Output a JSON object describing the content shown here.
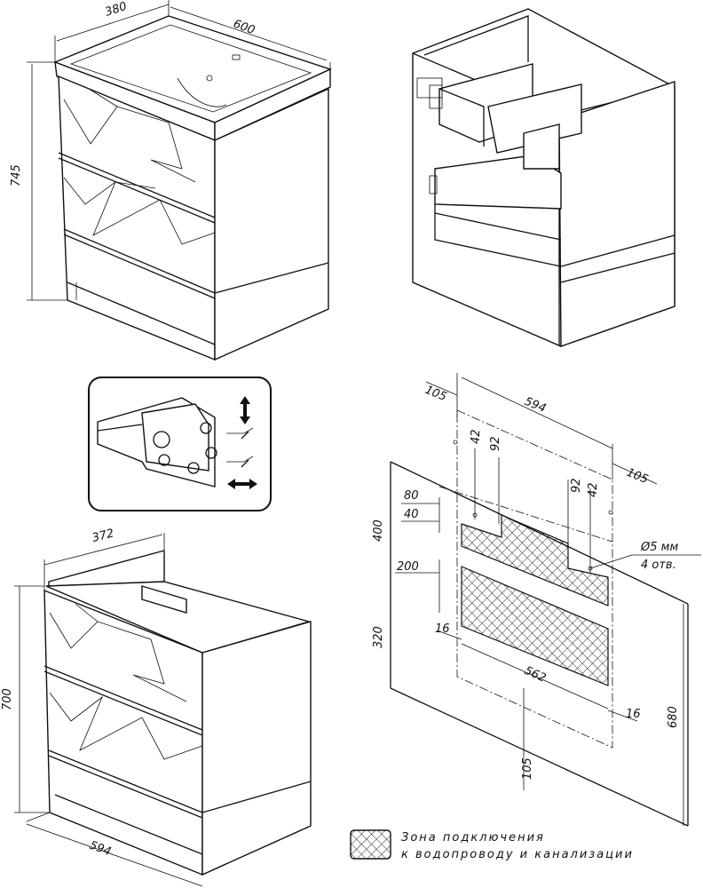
{
  "top_left_view": {
    "depth": "380",
    "width": "600",
    "height": "745"
  },
  "bottom_left_view": {
    "depth": "372",
    "height": "700",
    "width": "594"
  },
  "mounting_scheme": {
    "overall_width": "594",
    "left_offset": "105",
    "right_offset": "105",
    "left_hole_a": "42",
    "left_hole_b": "92",
    "right_hole_a": "92",
    "right_hole_b": "42",
    "dim_80": "80",
    "dim_40": "40",
    "dim_400": "400",
    "dim_200": "200",
    "dim_320": "320",
    "left_margin": "16",
    "zone_width": "562",
    "right_margin": "16",
    "dim_680": "680",
    "floor_offset": "105",
    "hole_diameter": "Ø5 мм",
    "hole_count": "4 отв."
  },
  "legend": {
    "line1": "Зона подключения",
    "line2": "к водопроводу и канализации"
  }
}
